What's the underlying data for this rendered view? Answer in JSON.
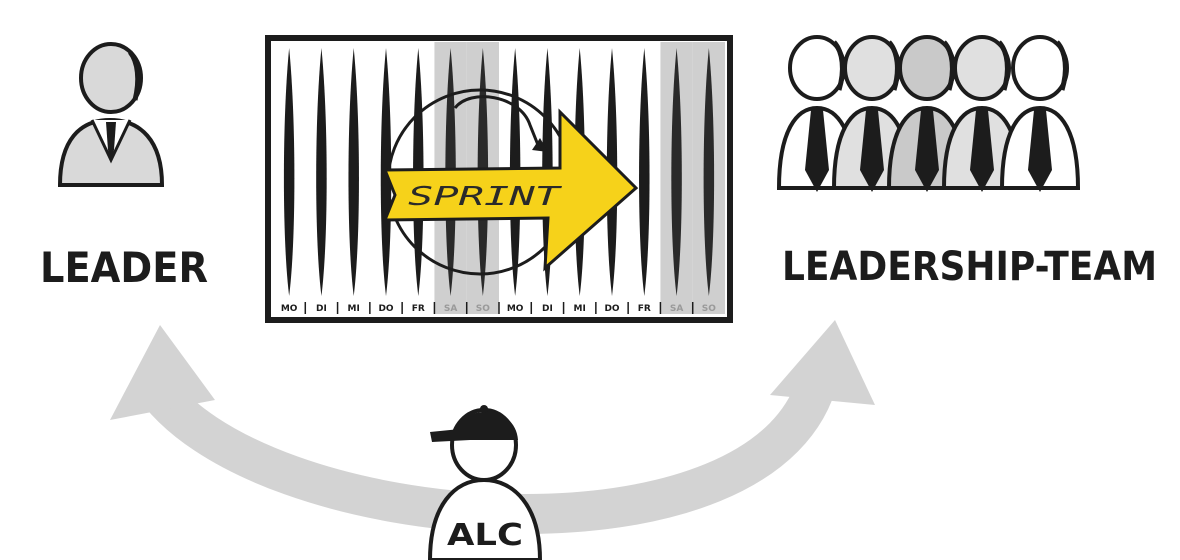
{
  "labels": {
    "leader": "LEADER",
    "team": "LEADERSHIP-TEAM",
    "sprint": "SPRINT",
    "alc": "ALC"
  },
  "board": {
    "days": [
      "MO",
      "DI",
      "MI",
      "DO",
      "FR",
      "SA",
      "SO",
      "MO",
      "DI",
      "MI",
      "DO",
      "FR",
      "SA",
      "SO"
    ],
    "weekend_days": [
      "SA",
      "SO"
    ]
  },
  "colors": {
    "ink": "#1c1c1c",
    "grey_fill": "#d9d9d9",
    "arc_grey": "#d3d3d3",
    "weekend_fill": "#cfcfcf",
    "arrow_yellow": "#f6d21a",
    "weekend_text": "#9a9a9a"
  }
}
